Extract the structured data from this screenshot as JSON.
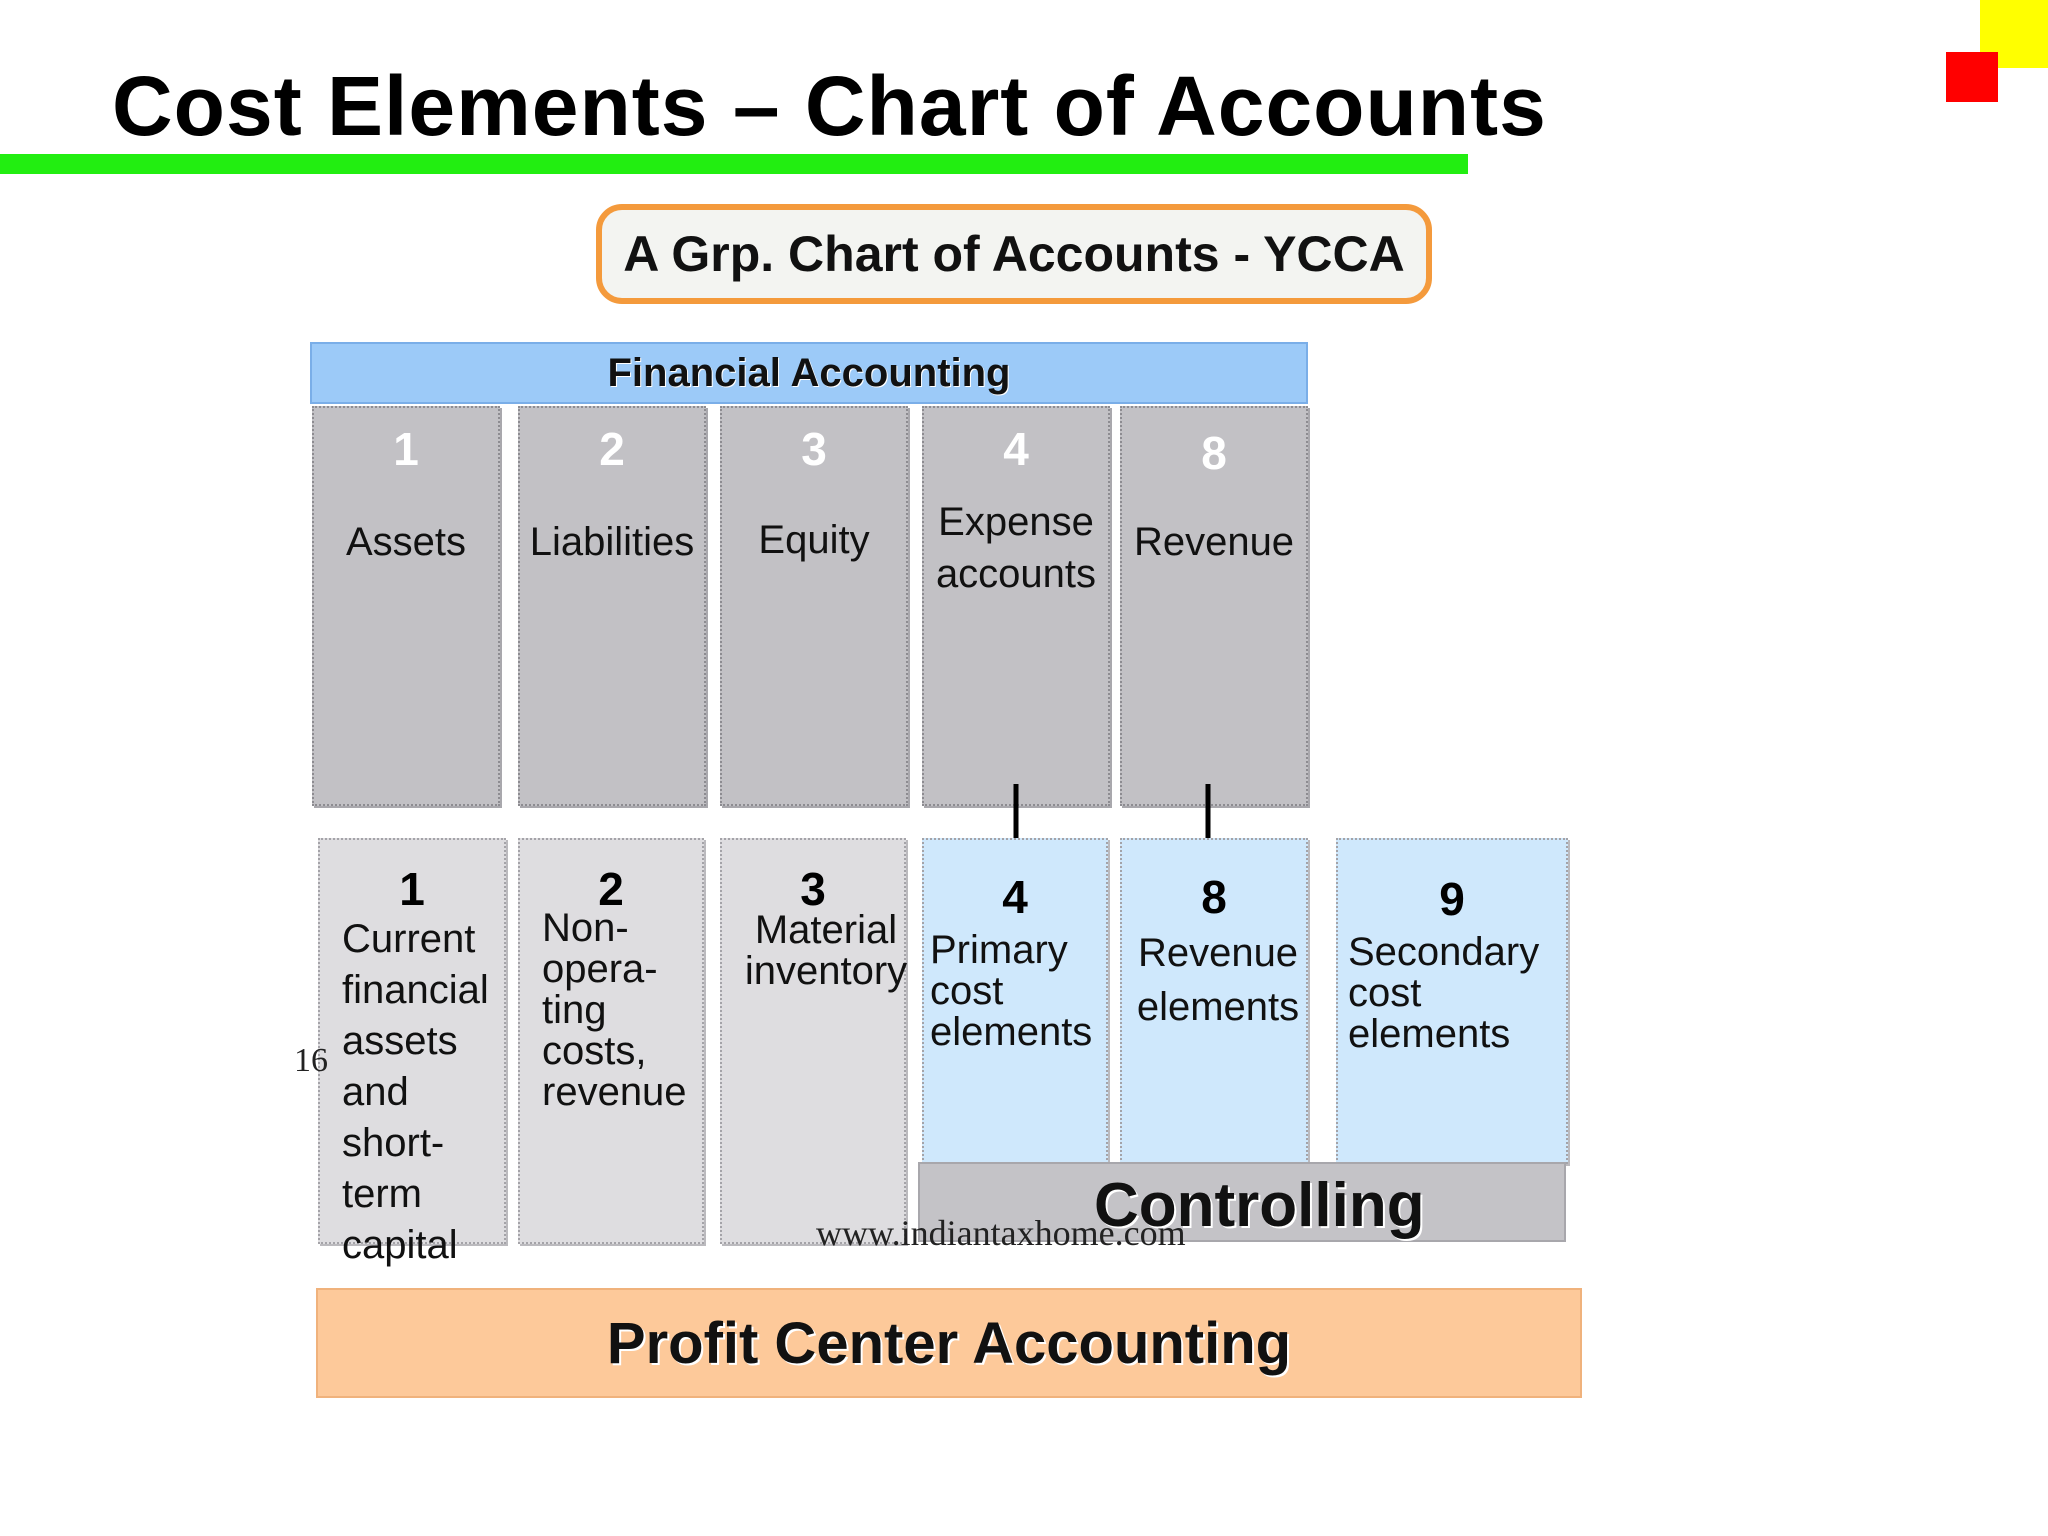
{
  "slide": {
    "title": "Cost Elements – Chart of Accounts",
    "chart_of_accounts": "A Grp. Chart of Accounts - YCCA",
    "financial_accounting": "Financial Accounting",
    "controlling": "Controlling",
    "profit_center_accounting": "Profit Center Accounting",
    "watermark": "www.indiantaxhome.com",
    "page_number": "16"
  },
  "fi_classes": [
    {
      "number": "1",
      "label": "Assets"
    },
    {
      "number": "2",
      "label": "Liabilities"
    },
    {
      "number": "3",
      "label": "Equity"
    },
    {
      "number": "4",
      "label": "Expense\naccounts"
    },
    {
      "number": "8",
      "label": "Revenue"
    }
  ],
  "co_classes": [
    {
      "number": "1",
      "label": "Current\nfinancial\nassets\nand\nshort-\nterm\ncapital"
    },
    {
      "number": "2",
      "label": "Non-\nopera-\nting\ncosts,\nrevenue"
    },
    {
      "number": "3",
      "label": "Material\ninventory"
    },
    {
      "number": "4",
      "label": "Primary\ncost\nelements"
    },
    {
      "number": "8",
      "label": "Revenue\nelements"
    },
    {
      "number": "9",
      "label": "Secondary\ncost\nelements"
    }
  ],
  "colors": {
    "title_underline": "#22ee11",
    "ycca_border": "#f49a3c",
    "financial_accounting_bar": "#9ccaf8",
    "fi_column": "#c2c1c5",
    "co_column_grey": "#dedde0",
    "co_column_blue": "#cfe8fc",
    "profit_center_bar": "#fdc99a",
    "corner_yellow": "#ffff00",
    "corner_red": "#ff0000"
  }
}
